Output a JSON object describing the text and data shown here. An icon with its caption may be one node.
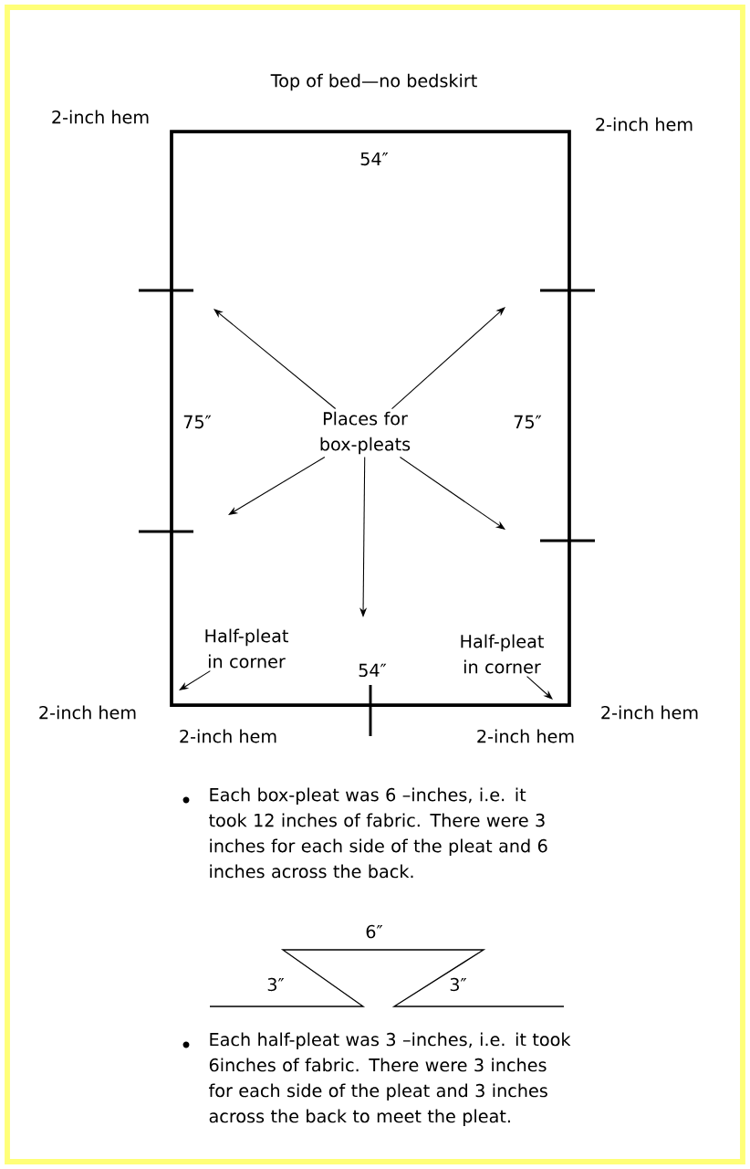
{
  "diagram": {
    "title": "Top of bed—no bedskirt",
    "nodes": [
      {
        "text": [
          "Places for box-pleats"
        ]
      },
      {
        "text": [
          "Half-pleat in corner"
        ]
      },
      {
        "text": [
          "Half-pleat in corner"
        ]
      }
    ],
    "edges": [
      {
        "from": 0,
        "to": null,
        "arrow": "to"
      },
      {
        "from": 0,
        "to": null,
        "arrow": "to"
      },
      {
        "from": 0,
        "to": null,
        "arrow": "to"
      },
      {
        "from": 0,
        "to": null,
        "arrow": "to"
      },
      {
        "from": 0,
        "to": null,
        "arrow": "to"
      },
      {
        "from": 1,
        "to": null,
        "arrow": "to"
      },
      {
        "from": 2,
        "to": null,
        "arrow": "to"
      }
    ],
    "labels": [
      "2-inch hem",
      "2-inch hem",
      "54″",
      "75″",
      "75″",
      "2-inch hem",
      "2-inch hem",
      "54″",
      "2-inch hem",
      "2-inch hem",
      "Each box-pleat was 6 –inches, i.e. it took 12 inches of fabric. There were 3 inches for each side of the pleat and 6 inches across the back.",
      "6″",
      "3″",
      "3″",
      "Each half-pleat was 3 –inches, i.e. it took 6inches of fabric. There were 3 inches for each side of the pleat and 3 inches across the back to meet the pleat."
    ]
  }
}
